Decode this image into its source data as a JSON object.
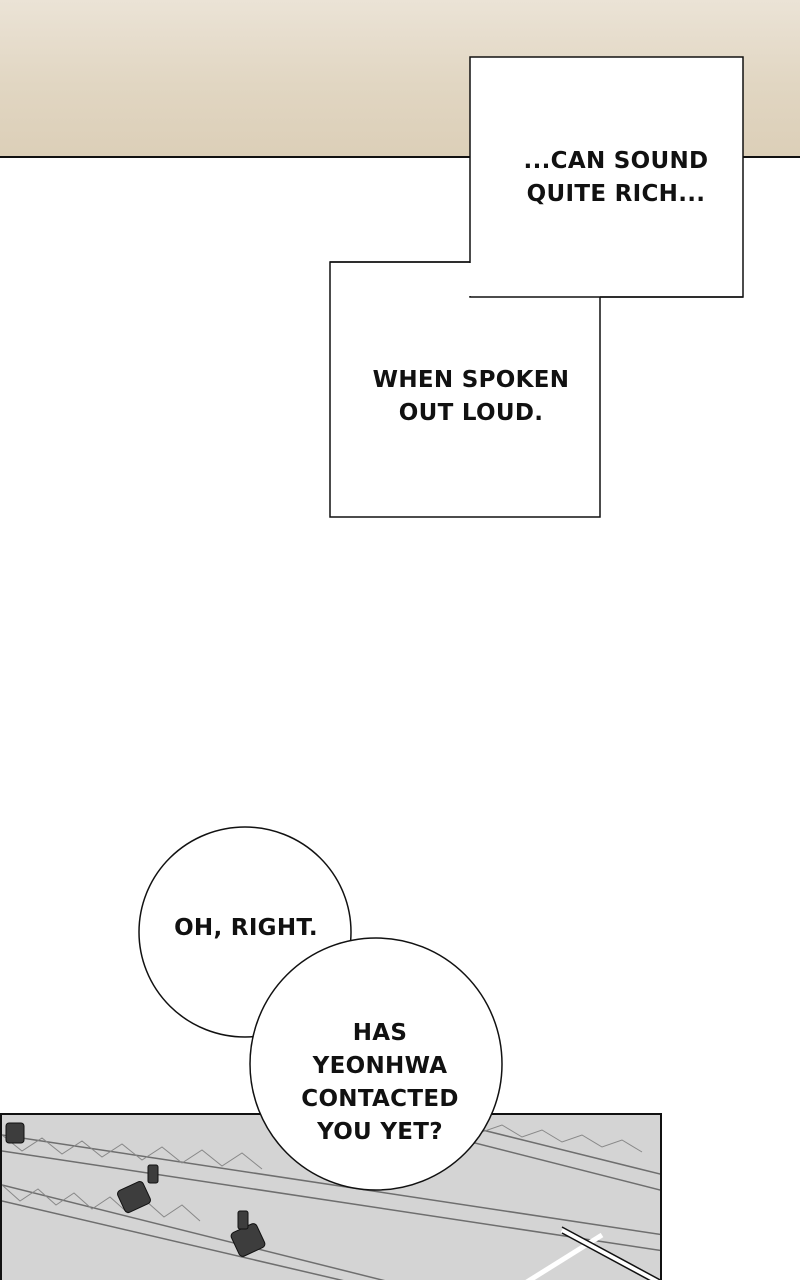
{
  "captions": {
    "caption_1_line1": "...CAN SOUND",
    "caption_1_line2": "QUITE RICH...",
    "caption_2_line1": "WHEN SPOKEN",
    "caption_2_line2": "OUT LOUD."
  },
  "bubbles": {
    "bubble_1_line1": "OH, RIGHT.",
    "bubble_2_line1": "HAS",
    "bubble_2_line2": "YEONHWA",
    "bubble_2_line3": "CONTACTED",
    "bubble_2_line4": "YOU YET?"
  },
  "colors": {
    "top_panel": "#e1d6c2",
    "background": "#ffffff",
    "ink": "#111111",
    "truss_panel": "#d9d9d9"
  }
}
